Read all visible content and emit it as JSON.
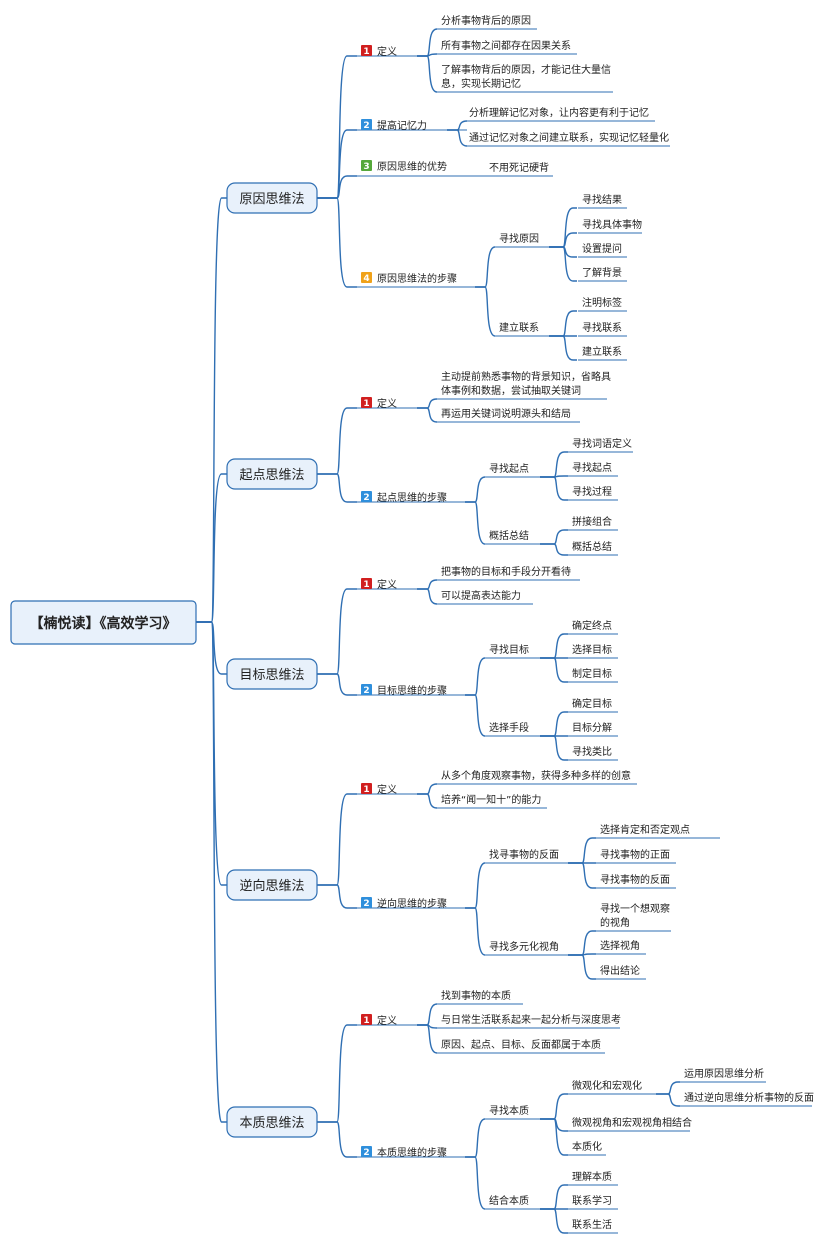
{
  "colors": {
    "line": "#2f6fb3",
    "node_fill": "#e8f1fb",
    "node_border": "#2f6fb3",
    "badge": {
      "1": "#d11f1f",
      "2": "#2f8fdc",
      "3": "#55a83a",
      "4": "#f0a21a"
    }
  },
  "root": "【楠悦读】《高效学习》",
  "branches": [
    {
      "label": "原因思维法",
      "children": [
        {
          "badge": "1",
          "label": "定义",
          "children": [
            {
              "label": "分析事物背后的原因"
            },
            {
              "label": "所有事物之间都存在因果关系"
            },
            {
              "label": "了解事物背后的原因，才能记住大量信",
              "label2": "息，实现长期记忆"
            }
          ]
        },
        {
          "badge": "2",
          "label": "提高记忆力",
          "children": [
            {
              "label": "分析理解记忆对象，让内容更有利于记忆"
            },
            {
              "label": "通过记忆对象之间建立联系，实现记忆轻量化"
            }
          ]
        },
        {
          "badge": "3",
          "label": "原因思维的优势",
          "children": [
            {
              "label": "不用死记硬背"
            }
          ]
        },
        {
          "badge": "4",
          "label": "原因思维法的步骤",
          "children": [
            {
              "label": "寻找原因",
              "children": [
                {
                  "label": "寻找结果"
                },
                {
                  "label": "寻找具体事物"
                },
                {
                  "label": "设置提问"
                },
                {
                  "label": "了解背景"
                }
              ]
            },
            {
              "label": "建立联系",
              "children": [
                {
                  "label": "注明标签"
                },
                {
                  "label": "寻找联系"
                },
                {
                  "label": "建立联系"
                }
              ]
            }
          ]
        }
      ]
    },
    {
      "label": "起点思维法",
      "children": [
        {
          "badge": "1",
          "label": "定义",
          "children": [
            {
              "label": "主动提前熟悉事物的背景知识，省略具",
              "label2": "体事例和数据，尝试抽取关键词"
            },
            {
              "label": "再运用关键词说明源头和结局"
            }
          ]
        },
        {
          "badge": "2",
          "label": "起点思维的步骤",
          "children": [
            {
              "label": "寻找起点",
              "children": [
                {
                  "label": "寻找词语定义"
                },
                {
                  "label": "寻找起点"
                },
                {
                  "label": "寻找过程"
                }
              ]
            },
            {
              "label": "概括总结",
              "children": [
                {
                  "label": "拼接组合"
                },
                {
                  "label": "概括总结"
                }
              ]
            }
          ]
        }
      ]
    },
    {
      "label": "目标思维法",
      "children": [
        {
          "badge": "1",
          "label": "定义",
          "children": [
            {
              "label": "把事物的目标和手段分开看待"
            },
            {
              "label": "可以提高表达能力"
            }
          ]
        },
        {
          "badge": "2",
          "label": "目标思维的步骤",
          "children": [
            {
              "label": "寻找目标",
              "children": [
                {
                  "label": "确定终点"
                },
                {
                  "label": "选择目标"
                },
                {
                  "label": "制定目标"
                }
              ]
            },
            {
              "label": "选择手段",
              "children": [
                {
                  "label": "确定目标"
                },
                {
                  "label": "目标分解"
                },
                {
                  "label": "寻找类比"
                }
              ]
            }
          ]
        }
      ]
    },
    {
      "label": "逆向思维法",
      "children": [
        {
          "badge": "1",
          "label": "定义",
          "children": [
            {
              "label": "从多个角度观察事物，获得多种多样的创意"
            },
            {
              "label": "培养“闻一知十”的能力"
            }
          ]
        },
        {
          "badge": "2",
          "label": "逆向思维的步骤",
          "children": [
            {
              "label": "找寻事物的反面",
              "children": [
                {
                  "label": "选择肯定和否定观点"
                },
                {
                  "label": "寻找事物的正面"
                },
                {
                  "label": "寻找事物的反面"
                }
              ]
            },
            {
              "label": "寻找多元化视角",
              "children": [
                {
                  "label": "寻找一个想观察",
                  "label2": "的视角"
                },
                {
                  "label": "选择视角"
                },
                {
                  "label": "得出结论"
                }
              ]
            }
          ]
        }
      ]
    },
    {
      "label": "本质思维法",
      "children": [
        {
          "badge": "1",
          "label": "定义",
          "children": [
            {
              "label": "找到事物的本质"
            },
            {
              "label": "与日常生活联系起来一起分析与深度思考"
            },
            {
              "label": "原因、起点、目标、反面都属于本质"
            }
          ]
        },
        {
          "badge": "2",
          "label": "本质思维的步骤",
          "children": [
            {
              "label": "寻找本质",
              "children": [
                {
                  "label": "微观化和宏观化",
                  "children": [
                    {
                      "label": "运用原因思维分析"
                    },
                    {
                      "label": "通过逆向思维分析事物的反面"
                    }
                  ]
                },
                {
                  "label": "微观视角和宏观视角相结合"
                },
                {
                  "label": "本质化"
                }
              ]
            },
            {
              "label": "结合本质",
              "children": [
                {
                  "label": "理解本质"
                },
                {
                  "label": "联系学习"
                },
                {
                  "label": "联系生活"
                }
              ]
            }
          ]
        }
      ]
    }
  ]
}
